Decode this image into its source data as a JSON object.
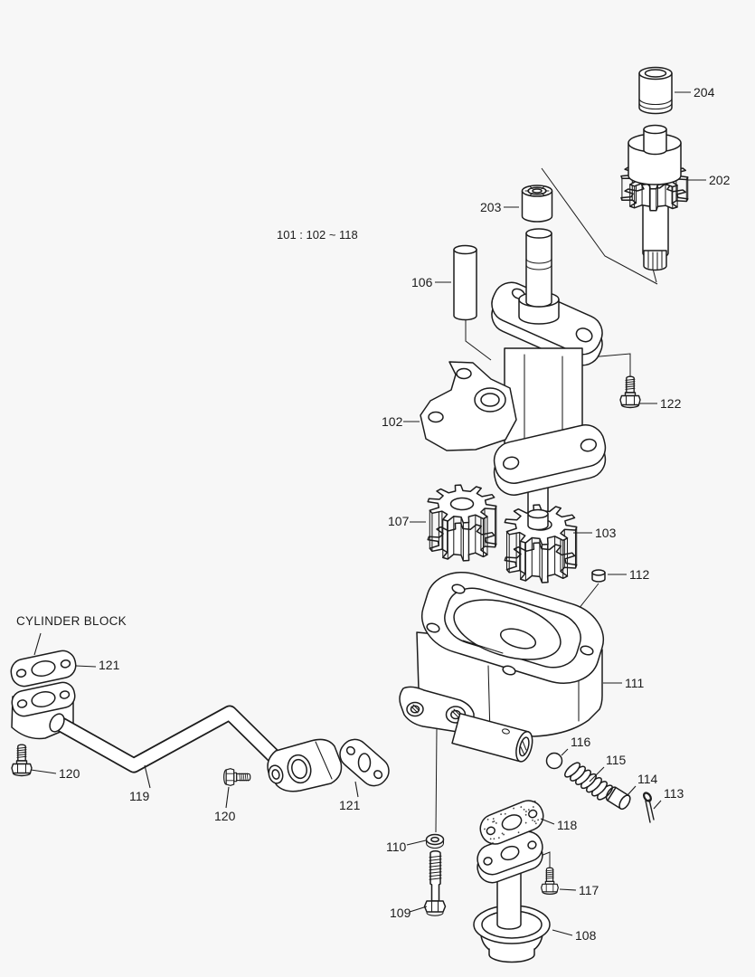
{
  "colors": {
    "background": "#f7f7f7",
    "line": "#1c1c1c"
  },
  "annotations": {
    "group_note": "101 : 102 ~ 118",
    "cylinder_block": "CYLINDER BLOCK"
  },
  "callouts": {
    "c204": "204",
    "c202": "202",
    "c203": "203",
    "c106": "106",
    "c102": "102",
    "c122": "122",
    "c107": "107",
    "c103": "103",
    "c112": "112",
    "c111": "111",
    "c116": "116",
    "c115": "115",
    "c114": "114",
    "c113": "113",
    "c118": "118",
    "c110": "110",
    "c109": "109",
    "c117": "117",
    "c108": "108",
    "c121_left": "121",
    "c120_left": "120",
    "c119": "119",
    "c120_mid": "120",
    "c121_mid": "121"
  }
}
